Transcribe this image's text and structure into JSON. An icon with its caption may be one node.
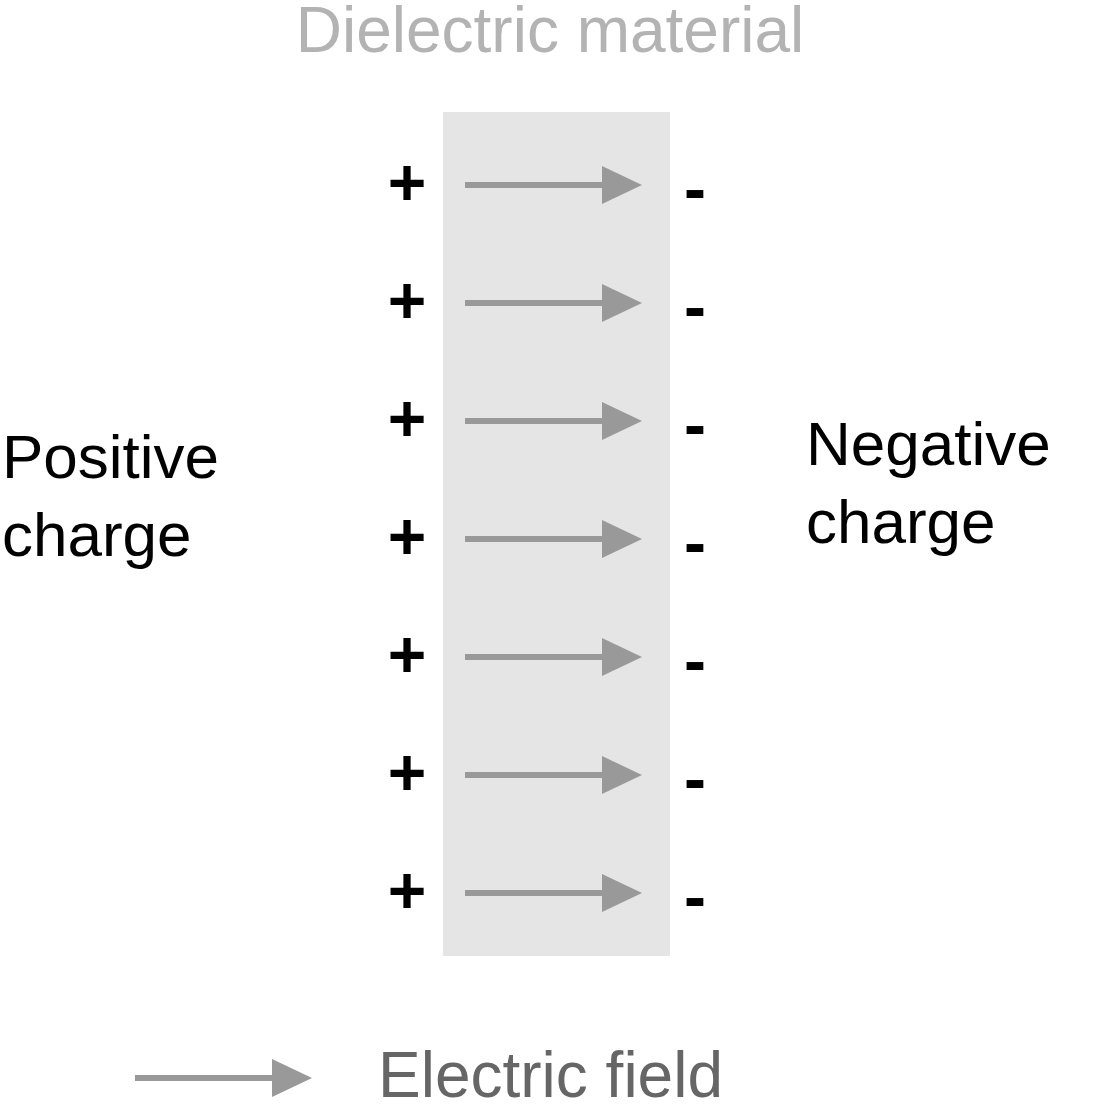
{
  "diagram": {
    "nodes": [
      {
        "text": [
          "Dielectric material"
        ]
      }
    ],
    "edges": [],
    "labels": [
      "+",
      "-",
      "+",
      "-",
      "+",
      "-",
      "+",
      "-",
      "+",
      "-",
      "+",
      "-",
      "+",
      "-",
      "Positive charge",
      "Negative charge"
    ],
    "legend": [
      {
        "text": "Electric field"
      }
    ]
  }
}
